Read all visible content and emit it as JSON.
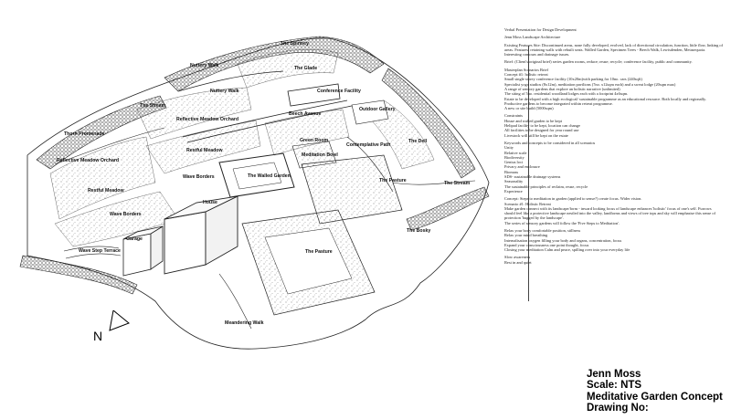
{
  "labels": {
    "spinney": "The Spinney",
    "nuttery_walk_1": "Nuttery Walk",
    "glade": "The Glade",
    "nuttery_walk_2": "Nuttery Walk",
    "conference_facility": "Conference Facility",
    "stream_1": "The Stream",
    "reflective_meadow_orchard_1": "Reflective Meadow Orchard",
    "beech_avenue": "Beech Avenue",
    "outdoor_gallery": "Outdoor Gallery",
    "thorn_promenade": "Thorn Promenade",
    "green_room": "Green Room",
    "contemplative_path": "Contemplative Path",
    "the_dell": "The Dell",
    "restful_meadow": "Restful Meadow",
    "reflective_meadow_orchard_2": "Reflective Meadow Orchard",
    "wave_borders_1": "Wave Borders",
    "walled_garden": "The Walled Garden",
    "meditation_bowl": "Meditation Bowl",
    "pasture_1": "The Pasture",
    "stream_2": "The Stream",
    "restful_meadow_2": "Restful Meadow",
    "house": "House",
    "wave_borders_2": "Wave Borders",
    "garage": "Garage",
    "bosky": "The Bosky",
    "wave_step_terrace": "Wave Step Terrace",
    "pasture_2": "The Pasture",
    "meandering_walk": "Meandering Walk"
  },
  "north": "N",
  "notes": {
    "heading": "Verbal Presentation for Design Development",
    "author": "Jenn Moss       Landscape Architecture",
    "existing": [
      "Existing Features Site: Discontinued areas, none fully developed, evolved, lack of directional circulation, function, little flow, linking of areas. Features: retaining walls with rebuilt seats. Walled Garden, Specimen Trees - Beech Walk, Lewisdenden, Metasequoia.",
      "Interesting contours and drainage issues."
    ],
    "brief": "Brief: (Client's original brief) series garden rooms, reduce; reuse; recycle; conference facility, public and community.",
    "masterplan_heading": "Masterplan Scenarios Brief",
    "masterplan": [
      "Concept #1: holistic retreat",
      "Small single storey conference facility (10x20m)with parking for 10no. cars (240sqft)",
      "Specialist yoga studios (8x12m), meditation pavilions (7no. x12sqm each) and a sweat lodge (20sqm max)",
      "A range of sensory gardens that explore an holistic narrative (unlimited)",
      "The siting of 5no. residential woodland lodges each with a footprint 4x6sqm.",
      "Estate to be developed with a high ecological/ sustainable programme as an educational resource. Both locally and regionally.",
      "Productive gardens to become integrated within retreat programme.",
      "A new or site build (5000sqm)"
    ],
    "constraints_heading": "Constraints",
    "constraints": [
      "House and walled garden to be kept",
      "Helipad facility to be kept, location can change",
      "All facilities to be designed for year round use",
      "Livestock will still be kept on the estate"
    ],
    "keywords_heading": "Keywords and concepts to be considered in all scenarios",
    "keywords": [
      "Unity",
      "Relative scale",
      "Biodiversity",
      "Genius loci",
      "Privacy and enclosure",
      "Biomass",
      "SDS- sustainable drainage systems",
      "Seasonality",
      "The sustainable principles of reclaim, reuse, recycle",
      "Experience"
    ],
    "concept_line": "Concept: Steps to meditation in garden (applied to sense?) create focus. Wider vision.",
    "scenario_line": "Scenario #1: Holistic Retreat",
    "scenario_text": [
      "Make garden connect with its landscape/form - inward looking focus of landscape enhances 'holistic' focus of one's self. Furrows",
      "should feel like a protective landscape nestled into the valley, landforms and views of tree tops and sky will emphasise this sense of",
      "protection 'hugged by the landscape'.",
      "The series of sensory gardens will follow the 'Five Steps to Meditation'."
    ],
    "steps": [
      "Relax your body        comfortable position, stillness",
      "Relax your mind        breathing",
      "Internalisation oxygen filling your body and organs, concentration, focus",
      "Expand your consciousness   one point thought, focus",
      "Closing your meditation     Calm and peace, spilling over into your everyday life"
    ],
    "closing": [
      "Slow awareness",
      "Rest in and quiet"
    ]
  },
  "titleblock": {
    "name": "Jenn Moss",
    "scale": "Scale: NTS",
    "title": "Meditative Garden Concept",
    "drawing_no": "Drawing No:"
  }
}
